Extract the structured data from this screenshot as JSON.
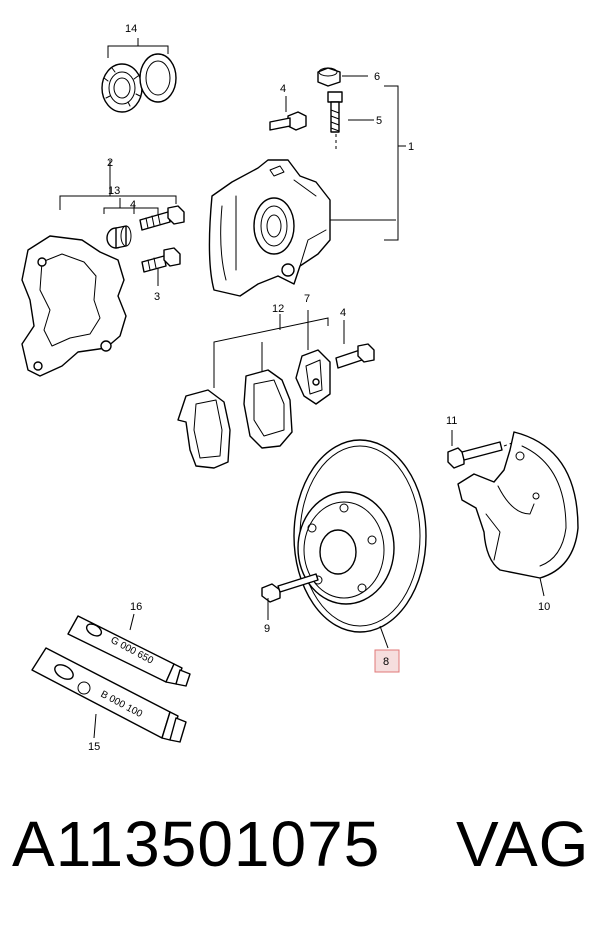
{
  "diagram": {
    "callouts": {
      "c1": "1",
      "c2": "2",
      "c3": "3",
      "c4a": "4",
      "c4b": "4",
      "c4c": "4",
      "c5": "5",
      "c6": "6",
      "c7": "7",
      "c8": "8",
      "c9": "9",
      "c10": "10",
      "c11": "11",
      "c12": "12",
      "c13": "13",
      "c14": "14",
      "c15": "15",
      "c16": "16"
    },
    "highlighted_callout": "8",
    "highlight_color": "#f6dede",
    "tubes": {
      "tube16_code": "G 000 650",
      "tube15_code": "B 000 100"
    }
  },
  "caption": {
    "part_number": "A113501075",
    "brand": "VAG"
  }
}
